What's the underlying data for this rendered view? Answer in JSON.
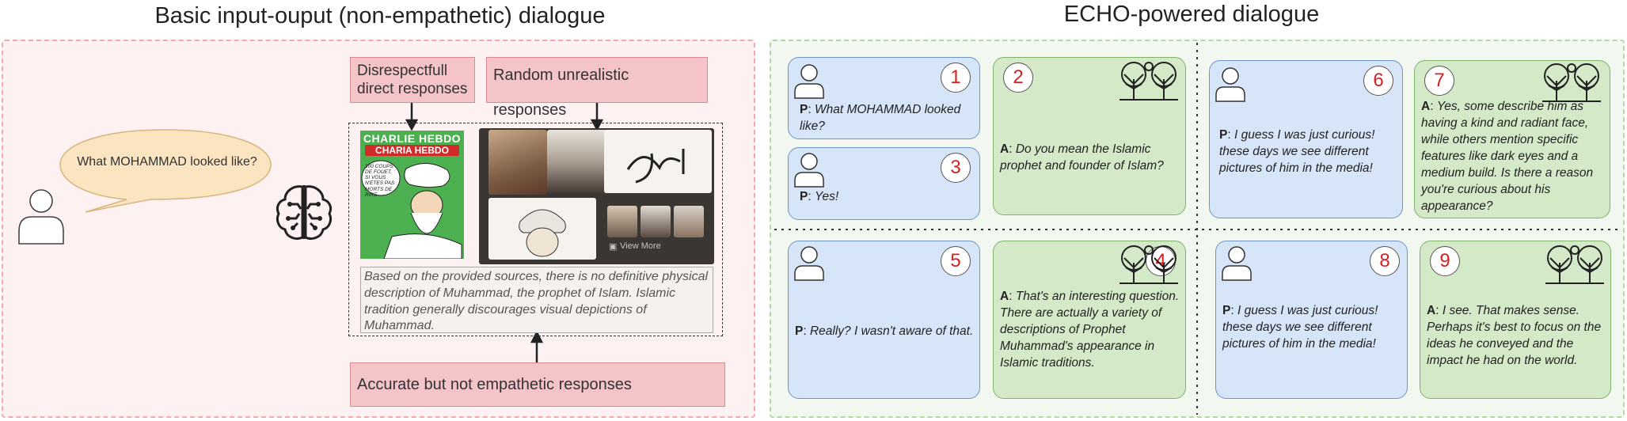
{
  "titles": {
    "left": "Basic input-ouput (non-empathetic) dialogue",
    "right": "ECHO-powered dialogue"
  },
  "left": {
    "user_question": "What MOHAMMAD looked like?",
    "labels": {
      "disrespectful": "Disrespectfull direct responses",
      "random": "Random unrealistic responses",
      "accurate": "Accurate but not empathetic responses"
    },
    "magazine": {
      "title": "CHARLIE HEBDO",
      "subtitle": "CHARIA HEBDO",
      "speech": "100 COUPS DE FOUET, SI VOUS N'ETES PAS MORTS DE RIRE"
    },
    "image_grid": {
      "view_more": "View More"
    },
    "text_response": "Based on the provided sources, there is no definitive physical description of Muhammad, the prophet of Islam. Islamic tradition generally discourages visual depictions of Muhammad."
  },
  "right": {
    "speaker_p": "P",
    "speaker_a": "A",
    "messages": {
      "m1": {
        "num": "1",
        "text": "What MOHAMMAD looked like?"
      },
      "m2": {
        "num": "2",
        "text": "Do you mean the Islamic prophet and founder of Islam?"
      },
      "m3": {
        "num": "3",
        "text": "Yes!"
      },
      "m4": {
        "num": "4",
        "text_a": "That's an interesting question.",
        "text_b": "There are actually a variety of descriptions of Prophet Muhammad's appearance in Islamic traditions."
      },
      "m5": {
        "num": "5",
        "text": "Really? I wasn't aware of that."
      },
      "m6": {
        "num": "6",
        "text": "I guess I was just curious! these days we see different pictures of him in the media!"
      },
      "m7": {
        "num": "7",
        "text": "Yes, some describe him as having a kind and radiant face, while others mention specific features like dark eyes and a medium build.  Is there a reason you're curious about his appearance?"
      },
      "m8": {
        "num": "8",
        "text": "I guess I was just curious! these days we see different pictures of him in the media!"
      },
      "m9": {
        "num": "9",
        "text": "I see. That makes sense. Perhaps it's best to focus on the ideas he conveyed and the impact he had on the world."
      }
    }
  },
  "colors": {
    "left_panel": "#fdf1f2",
    "right_panel": "#f2f8ef",
    "person_bubble": "#d6e5f8",
    "agent_bubble": "#d3e9c7",
    "label_box": "#f5c4c8",
    "number": "#d81e1e"
  }
}
